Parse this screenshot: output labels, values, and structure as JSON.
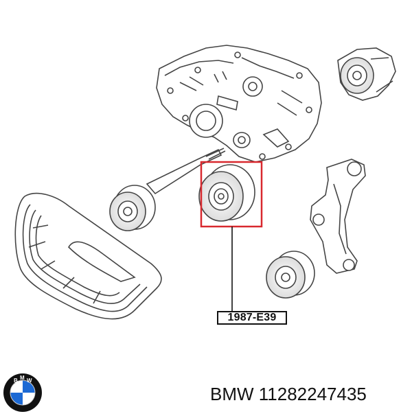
{
  "diagram": {
    "callout": {
      "part_number": "1987-E39",
      "highlight_color": "#d8282e"
    }
  },
  "caption": {
    "text": "BMW 11282247435"
  },
  "logo": {
    "letters": [
      "B",
      "M",
      "W"
    ],
    "colors": {
      "blue": "#1c69d4",
      "ring": "#111111",
      "white": "#ffffff"
    }
  }
}
